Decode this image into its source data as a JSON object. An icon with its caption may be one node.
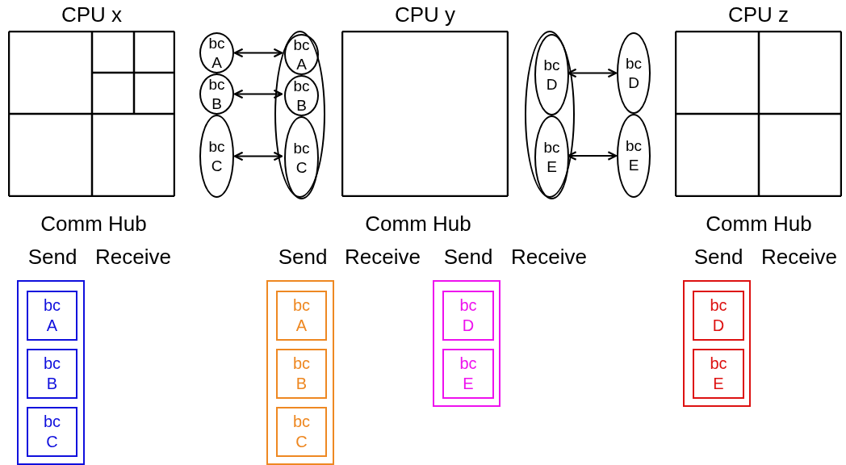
{
  "diagram": {
    "nodes": [
      {
        "text": [
          "CPU x"
        ]
      },
      {
        "text": [
          "bc A"
        ]
      },
      {
        "text": [
          "bc B"
        ]
      },
      {
        "text": [
          "bc C"
        ]
      },
      {
        "text": [],
        "shape": "ellipse"
      },
      {
        "text": [
          "bc A"
        ],
        "in": 4
      },
      {
        "text": [
          "bc B"
        ],
        "in": 4
      },
      {
        "text": [
          "bc C"
        ],
        "in": 4
      },
      {
        "text": [
          "CPU y"
        ]
      },
      {
        "text": [],
        "shape": "ellipse"
      },
      {
        "text": [
          "bc D"
        ],
        "in": 9
      },
      {
        "text": [
          "bc E"
        ],
        "in": 9
      },
      {
        "text": [
          "bc D"
        ]
      },
      {
        "text": [
          "bc E"
        ]
      },
      {
        "text": [
          "CPU z"
        ]
      },
      {
        "text": [],
        "shape": "box"
      },
      {
        "text": [
          "bc A"
        ],
        "in": 15
      },
      {
        "text": [
          "bc B"
        ],
        "in": 15
      },
      {
        "text": [
          "bc C"
        ],
        "in": 15
      },
      {
        "text": [],
        "shape": "box"
      },
      {
        "text": [
          "bc A"
        ],
        "in": 19
      },
      {
        "text": [
          "bc B"
        ],
        "in": 19
      },
      {
        "text": [
          "bc C"
        ],
        "in": 19
      },
      {
        "text": [],
        "shape": "box"
      },
      {
        "text": [
          "bc D"
        ],
        "in": 23
      },
      {
        "text": [
          "bc E"
        ],
        "in": 23
      },
      {
        "text": [],
        "shape": "box"
      },
      {
        "text": [
          "bc D"
        ],
        "in": 26
      },
      {
        "text": [
          "bc E"
        ],
        "in": 26
      }
    ],
    "edges": [
      {
        "from": 1,
        "to": 5,
        "arrow": "both"
      },
      {
        "from": 2,
        "to": 6,
        "arrow": "both"
      },
      {
        "from": 3,
        "to": 7,
        "arrow": "both"
      },
      {
        "from": 10,
        "to": 12,
        "arrow": "both"
      },
      {
        "from": 11,
        "to": 13,
        "arrow": "both"
      }
    ],
    "labels": [
      "Comm Hub",
      "Send",
      "Receive",
      "Comm Hub",
      "Send",
      "Receive",
      "Send",
      "Receive",
      "Comm Hub",
      "Send",
      "Receive"
    ]
  }
}
